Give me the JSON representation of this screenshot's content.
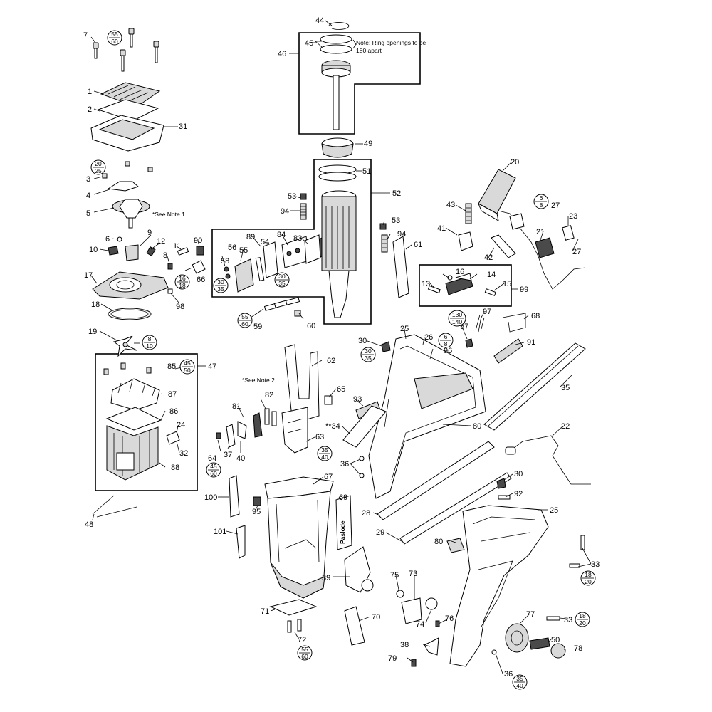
{
  "callouts": [
    "1",
    "2",
    "3",
    "4",
    "5",
    "6",
    "7",
    "8",
    "9",
    "10",
    "11",
    "12",
    "13",
    "14",
    "15",
    "16",
    "17",
    "18",
    "19",
    "20",
    "21",
    "22",
    "23",
    "24",
    "25",
    "25",
    "26",
    "27",
    "27",
    "28",
    "29",
    "30",
    "30",
    "31",
    "32",
    "33",
    "33",
    "**34",
    "35",
    "36",
    "36",
    "37",
    "38",
    "39",
    "40",
    "41",
    "42",
    "43",
    "44",
    "45",
    "46",
    "47",
    "48",
    "49",
    "50",
    "51",
    "52",
    "53",
    "53",
    "54",
    "55",
    "56",
    "57",
    "58",
    "59",
    "60",
    "61",
    "62",
    "63",
    "64",
    "65",
    "66",
    "67",
    "68",
    "69",
    "70",
    "71",
    "72",
    "73",
    "74",
    "75",
    "76",
    "77",
    "78",
    "79",
    "80",
    "80",
    "81",
    "82",
    "83",
    "84",
    "85",
    "86",
    "87",
    "88",
    "89",
    "90",
    "91",
    "92",
    "93",
    "94",
    "94",
    "95",
    "96",
    "97",
    "98",
    "99",
    "100",
    "101"
  ],
  "fractions": [
    {
      "top": "55",
      "bottom": "60"
    },
    {
      "top": "20",
      "bottom": "25"
    },
    {
      "top": "16",
      "bottom": "18"
    },
    {
      "top": "8",
      "bottom": "10"
    },
    {
      "top": "45",
      "bottom": "50"
    },
    {
      "top": "30",
      "bottom": "35"
    },
    {
      "top": "30",
      "bottom": "35"
    },
    {
      "top": "55",
      "bottom": "60"
    },
    {
      "top": "6",
      "bottom": "8"
    },
    {
      "top": "130",
      "bottom": "140"
    },
    {
      "top": "6",
      "bottom": "8"
    },
    {
      "top": "30",
      "bottom": "35"
    },
    {
      "top": "35",
      "bottom": "40"
    },
    {
      "top": "45",
      "bottom": "60"
    },
    {
      "top": "55",
      "bottom": "60"
    },
    {
      "top": "18",
      "bottom": "20"
    },
    {
      "top": "18",
      "bottom": "20"
    },
    {
      "top": "35",
      "bottom": "40"
    }
  ],
  "notes": {
    "ring_note_line1": "Note: Ring openings to be",
    "ring_note_line2": "180   apart",
    "see_note_1": "*See Note 1",
    "see_note_2": "*See Note 2"
  },
  "logo_text": "Paslode"
}
